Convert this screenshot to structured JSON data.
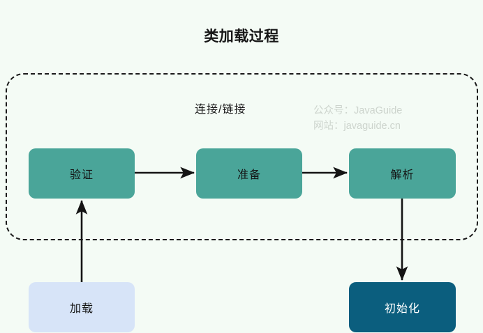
{
  "diagram": {
    "title": "类加载过程",
    "group": {
      "label": "连接/链接"
    },
    "watermark": {
      "line1": "公众号：JavaGuide",
      "line2": "网站：javaguide.cn"
    },
    "nodes": [
      {
        "id": "jiazai",
        "label": "加载",
        "fill": "#d7e4f8",
        "text_color": "#141414"
      },
      {
        "id": "yanzheng",
        "label": "验证",
        "fill": "#4aa599",
        "text_color": "#141414"
      },
      {
        "id": "zhunbei",
        "label": "准备",
        "fill": "#4aa599",
        "text_color": "#141414"
      },
      {
        "id": "jiexi",
        "label": "解析",
        "fill": "#4aa599",
        "text_color": "#141414"
      },
      {
        "id": "chushihua",
        "label": "初始化",
        "fill": "#0b5e7e",
        "text_color": "#ffffff"
      }
    ],
    "edges": [
      {
        "from": "jiazai",
        "to": "yanzheng",
        "direction": "up"
      },
      {
        "from": "yanzheng",
        "to": "zhunbei",
        "direction": "right"
      },
      {
        "from": "zhunbei",
        "to": "jiexi",
        "direction": "right"
      },
      {
        "from": "jiexi",
        "to": "chushihua",
        "direction": "down"
      }
    ],
    "colors": {
      "background": "#f4fbf5",
      "teal": "#4aa599",
      "dark_teal": "#0b5e7e",
      "light_blue": "#d7e4f8",
      "edge": "#141414",
      "group_border": "#1a1a1a",
      "watermark": "#cdd4cd"
    }
  }
}
